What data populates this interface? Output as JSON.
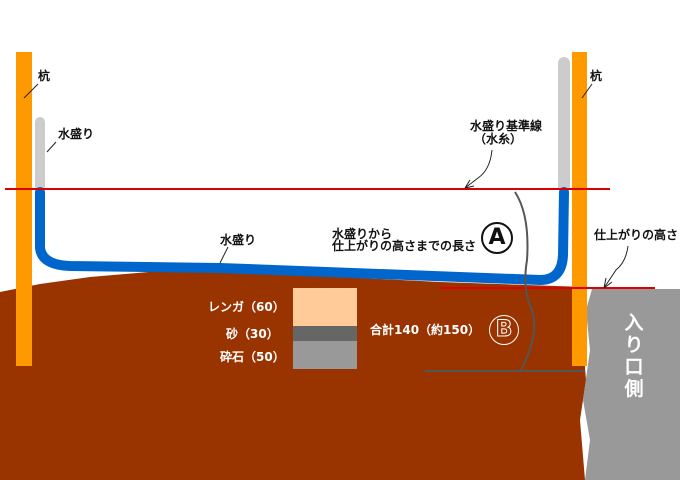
{
  "labels": {
    "stake_left": "杭",
    "stake_right": "杭",
    "level_left": "水盛り",
    "level_hose": "水盛り",
    "reference_line": "水盛り基準線",
    "reference_line_sub": "（水糸）",
    "length_a_line1": "水盛りから",
    "length_a_line2": "仕上がりの高さまでの長さ",
    "marker_a": "A",
    "marker_b": "B",
    "finished_height": "仕上がりの高さ",
    "entrance": "入り口側",
    "layer_brick": "レンガ（60）",
    "layer_sand": "砂（30）",
    "layer_gravel": "砕石（50）",
    "total": "合計140（約150）"
  },
  "colors": {
    "stake": "#FF9900",
    "hose": "#0066CC",
    "tube": "#CCCCCC",
    "ground": "#993300",
    "line": "#DD0000",
    "brick": "#FFCC99",
    "sand": "#666666",
    "gravel": "#999999",
    "entrance": "#999999"
  }
}
